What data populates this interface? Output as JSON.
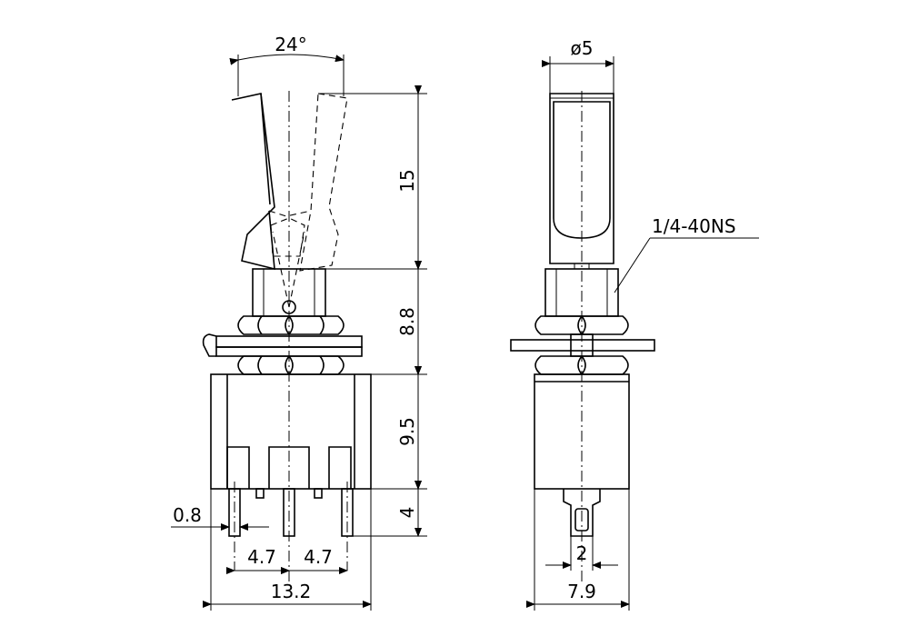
{
  "dimensions": {
    "angle": "24°",
    "diameter": "ø5",
    "thread": "1/4-40NS",
    "lever_height": "15",
    "bushing_height": "8.8",
    "body_height": "9.5",
    "terminal_length": "4",
    "terminal_width": "0.8",
    "terminal_pitch_left": "4.7",
    "terminal_pitch_right": "4.7",
    "body_width": "13.2",
    "side_terminal_width": "2",
    "side_body_width": "7.9"
  }
}
